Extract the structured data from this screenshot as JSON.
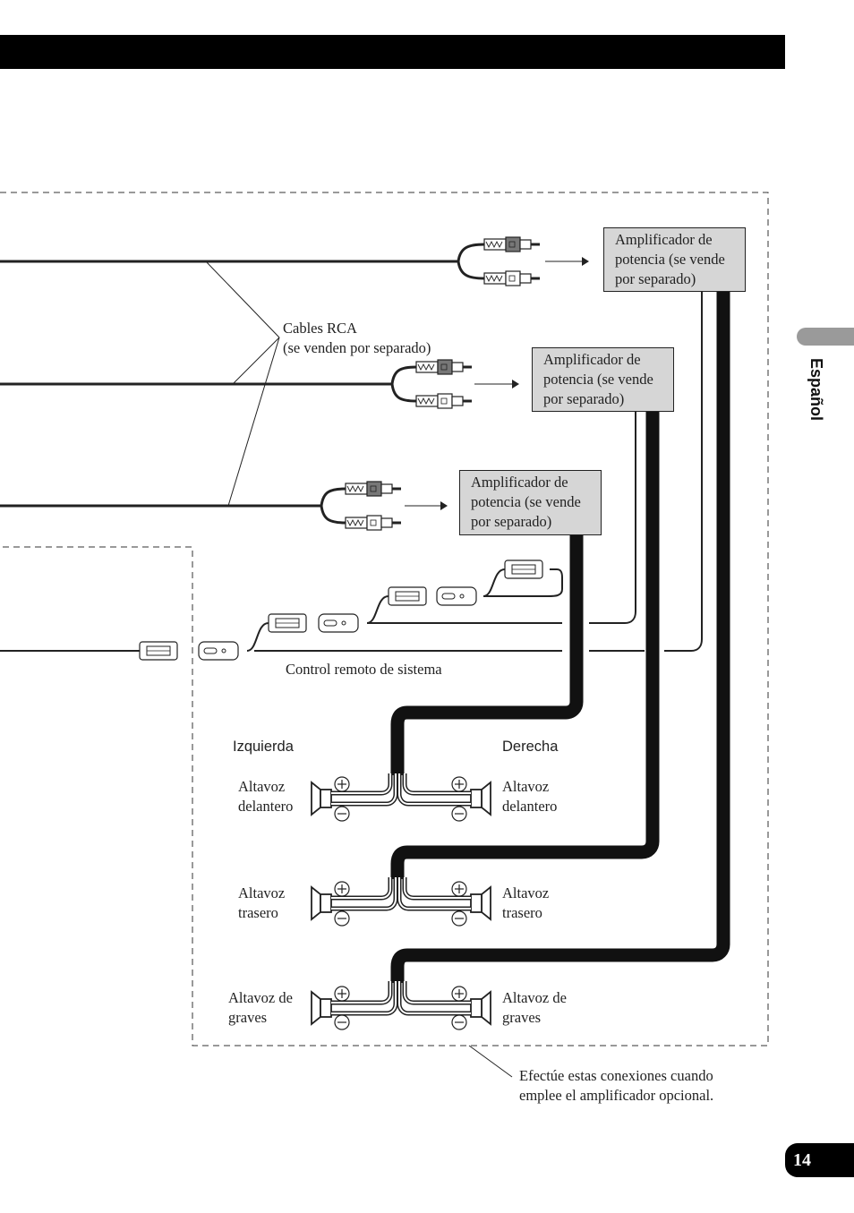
{
  "header": {
    "bar_color": "#000000"
  },
  "side_tab": {
    "language": "Español"
  },
  "page_number": "14",
  "diagram": {
    "rca_cables_label": [
      "Cables RCA",
      "(se venden por separado)"
    ],
    "amplifier_label": [
      "Amplificador de",
      "potencia (se vende",
      "por separado)"
    ],
    "system_remote_label": "Control remoto de sistema",
    "left_label": "Izquierda",
    "right_label": "Derecha",
    "speakers": {
      "front": [
        "Altavoz",
        "delantero"
      ],
      "rear": [
        "Altavoz",
        "trasero"
      ],
      "subwoofer": [
        "Altavoz de",
        "graves"
      ]
    },
    "footnote": [
      "Efectúe estas conexiones cuando",
      "emplee el amplificador opcional."
    ]
  }
}
